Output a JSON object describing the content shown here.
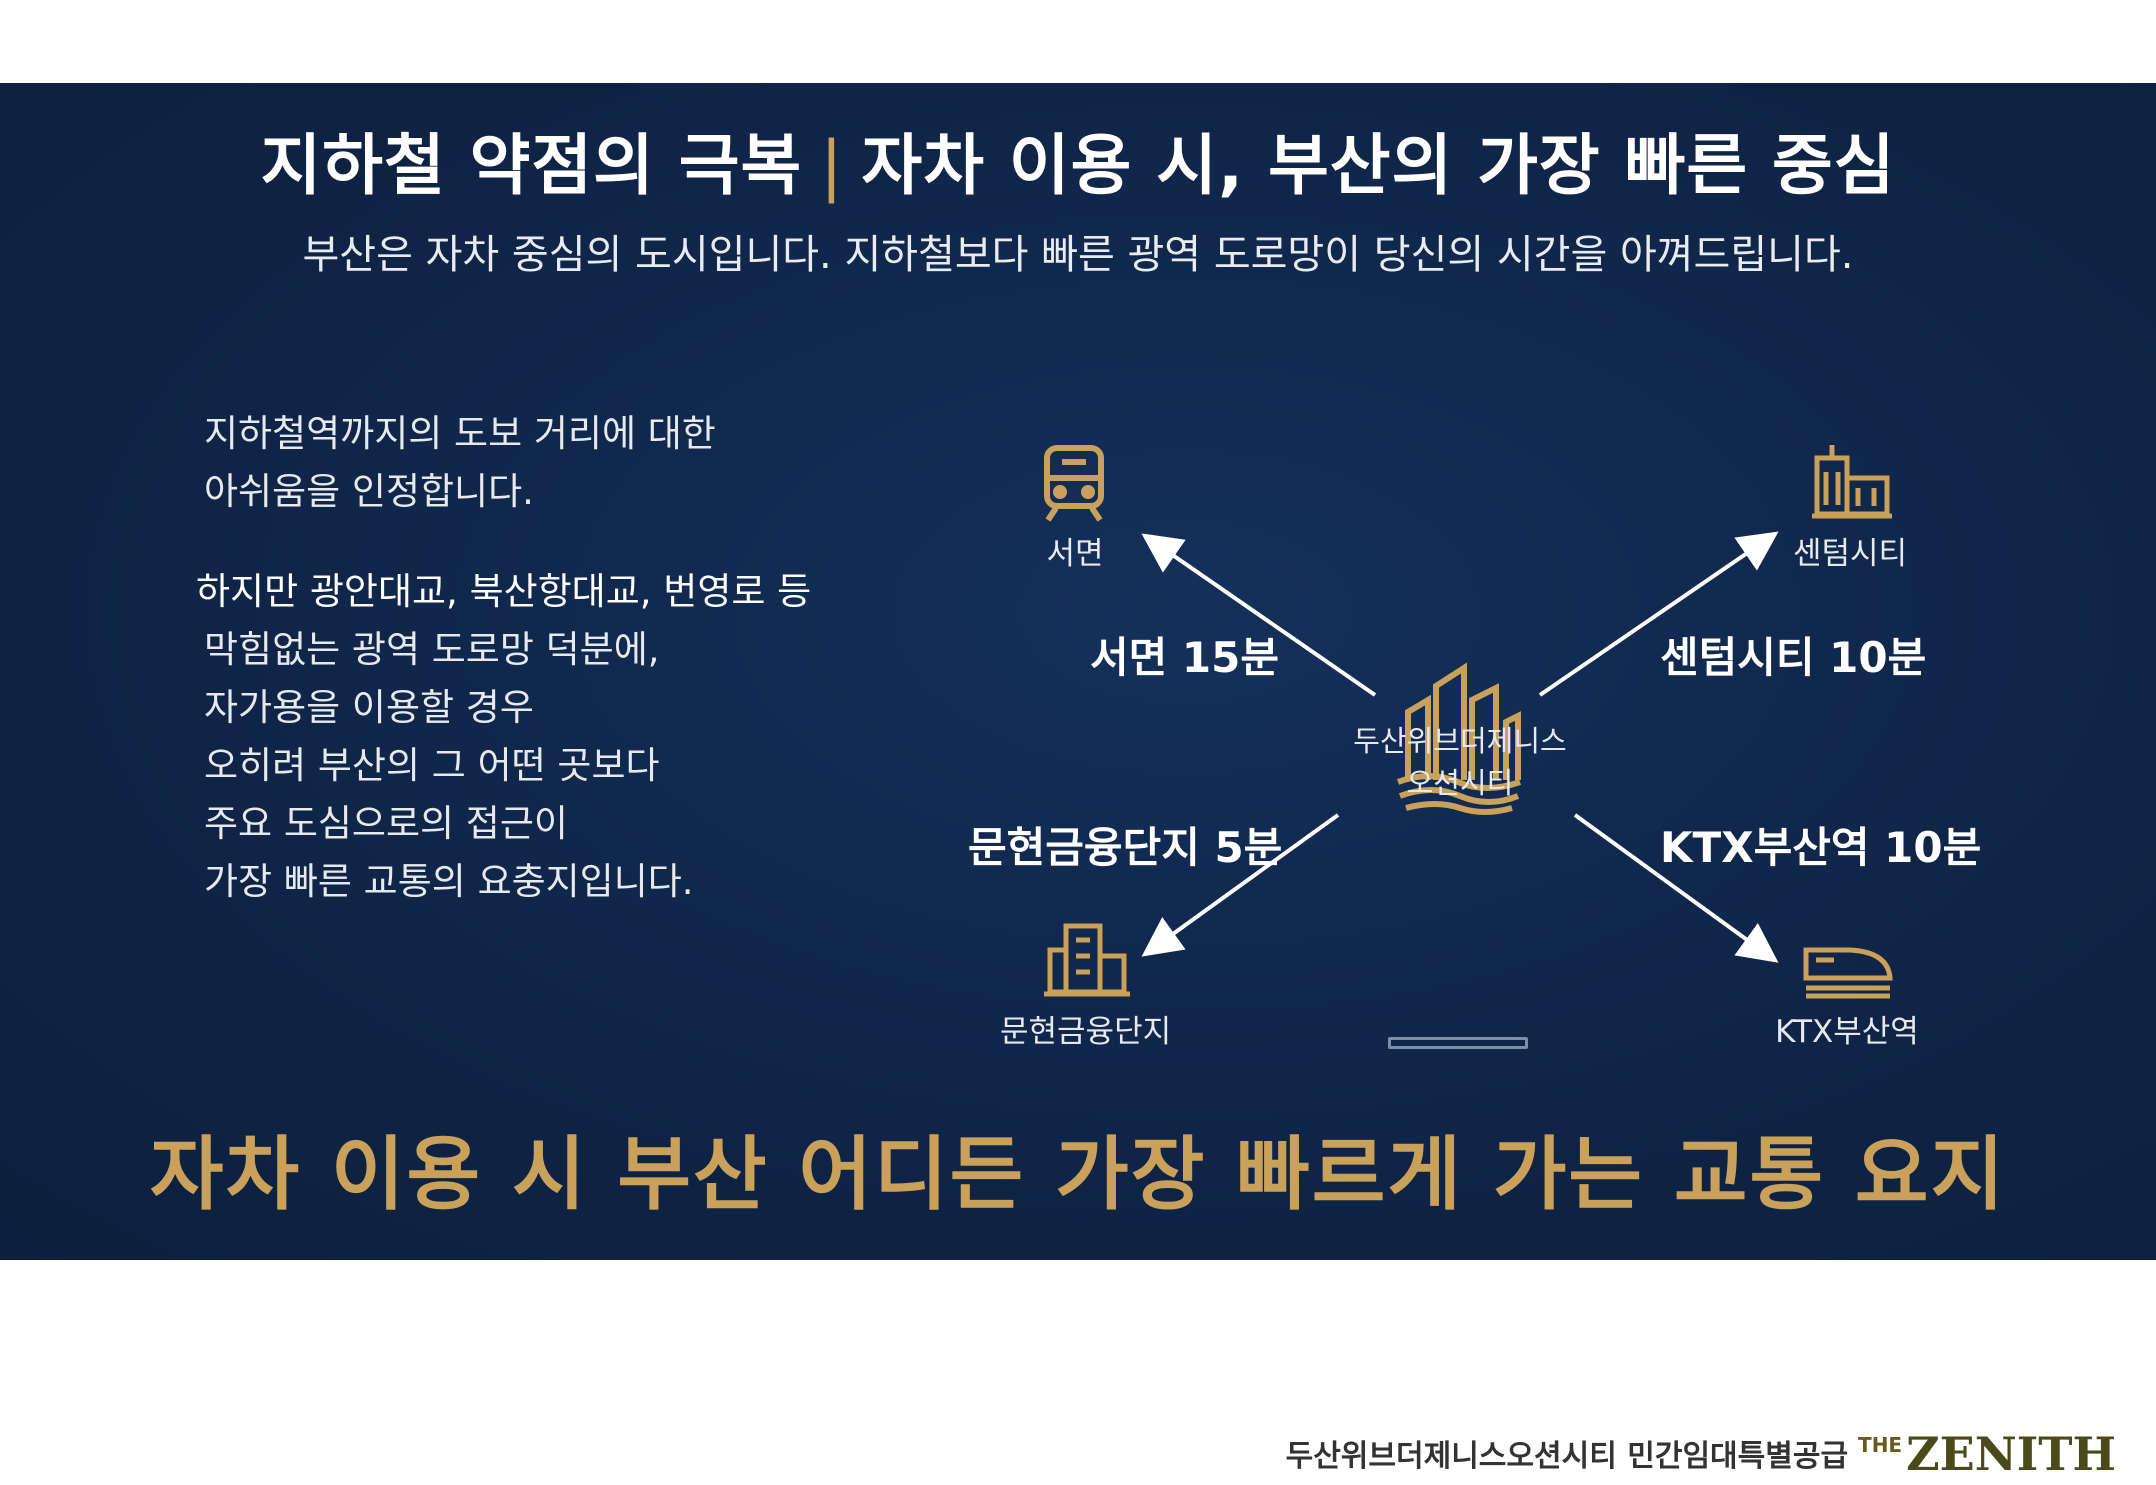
{
  "banner": {
    "headline_part1": "지하철 약점의 극복",
    "headline_separator": "|",
    "headline_part2": "자차 이용 시, 부산의 가장 빠른 중심",
    "subtitle": "부산은 자차 중심의 도시입니다. 지하철보다 빠른 광역 도로망이 당신의 시간을 아껴드립니다.",
    "left_copy_para1": [
      "지하철역까지의 도보 거리에 대한",
      "아쉬움을 인정합니다."
    ],
    "left_copy_para2_first": "하지만 광안대교, 북산항대교, 번영로 등",
    "left_copy_para2_rest": [
      "막힘없는 광역 도로망 덕분에,",
      "자가용을 이용할 경우",
      "오히려 부산의 그 어떤 곳보다",
      "주요 도심으로의 접근이",
      "가장 빠른 교통의 요충지입니다."
    ],
    "center_label_line1": "두산위브더제니스",
    "center_label_line2": "오션시티",
    "nodes": {
      "seomyeon": "서면",
      "centum": "센텀시티",
      "munhyeon": "문현금융단지",
      "ktx": "KTX부산역"
    },
    "routes": {
      "seomyeon": "서면 15분",
      "centum": "센텀시티 10분",
      "munhyeon": "문현금융단지 5분",
      "ktx": "KTX부산역 10분"
    },
    "slogan": "자차 이용 시 부산 어디든 가장 빠르게 가는 교통 요지"
  },
  "footer": {
    "text": "두산위브더제니스오션시티 민간임대특별공급",
    "logo_prefix": "THE",
    "logo_name": "ZENITH"
  },
  "colors": {
    "banner_bg": "#0f2446",
    "gold": "#c9a15a",
    "white": "#ffffff"
  }
}
